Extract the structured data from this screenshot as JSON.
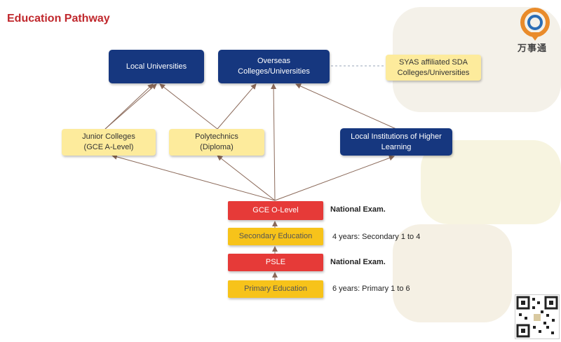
{
  "title": "Education Pathway",
  "logo": {
    "text": "万事通"
  },
  "nodes": {
    "local_universities": "Local Universities",
    "overseas_line1": "Overseas",
    "overseas_line2": "Colleges/Universities",
    "syas_line1": "SYAS affiliated SDA",
    "syas_line2": "Colleges/Universities",
    "junior_line1": "Junior Colleges",
    "junior_line2": "(GCE A-Level)",
    "poly_line1": "Polytechnics",
    "poly_line2": "(Diploma)",
    "local_inst_line1": "Local Institutions of Higher",
    "local_inst_line2": "Learning",
    "gce_o_level": "GCE O-Level",
    "secondary": "Secondary Education",
    "psle": "PSLE",
    "primary": "Primary Education"
  },
  "notes": {
    "gce_exam": "National Exam.",
    "secondary_years": "4 years: Secondary 1 to 4",
    "psle_exam": "National Exam.",
    "primary_years": "6 years: Primary 1 to 6"
  },
  "colors": {
    "title": "#c0282d",
    "navy": "#16377f",
    "pale_yellow": "#fdeb9c",
    "red": "#e63a38",
    "amber": "#f7c31a",
    "arrow": "#8b6a5a"
  }
}
